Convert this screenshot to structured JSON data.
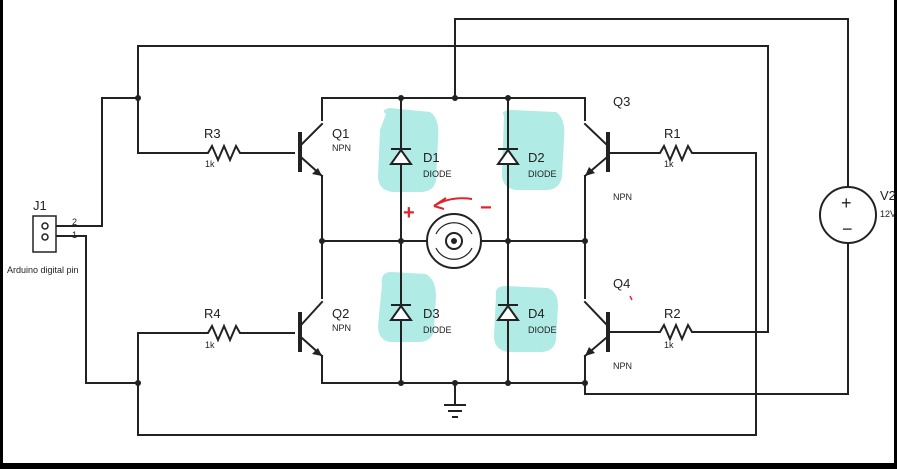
{
  "colors": {
    "wire": "#222222",
    "highlight": "#6fdcd0",
    "annotation": "#e0242a",
    "background": "#ffffff"
  },
  "connector": {
    "ref": "J1",
    "pin2": "2",
    "pin1": "1",
    "description": "Arduino digital pin"
  },
  "resistors": [
    {
      "ref": "R3",
      "value": "1k"
    },
    {
      "ref": "R4",
      "value": "1k"
    },
    {
      "ref": "R1",
      "value": "1k"
    },
    {
      "ref": "R2",
      "value": "1k"
    }
  ],
  "transistors": [
    {
      "ref": "Q1",
      "type": "NPN"
    },
    {
      "ref": "Q2",
      "type": "NPN"
    },
    {
      "ref": "Q3",
      "type": "NPN"
    },
    {
      "ref": "Q4",
      "type": "NPN"
    }
  ],
  "diodes": [
    {
      "ref": "D1",
      "type": "DIODE"
    },
    {
      "ref": "D2",
      "type": "DIODE"
    },
    {
      "ref": "D3",
      "type": "DIODE"
    },
    {
      "ref": "D4",
      "type": "DIODE"
    }
  ],
  "source": {
    "ref": "V2",
    "value": "12V",
    "plus": "+",
    "minus": "−"
  },
  "annotations": {
    "plus": "+",
    "minus": "−"
  },
  "icons": [
    "motor-icon",
    "ground-icon",
    "voltage-source-icon"
  ]
}
